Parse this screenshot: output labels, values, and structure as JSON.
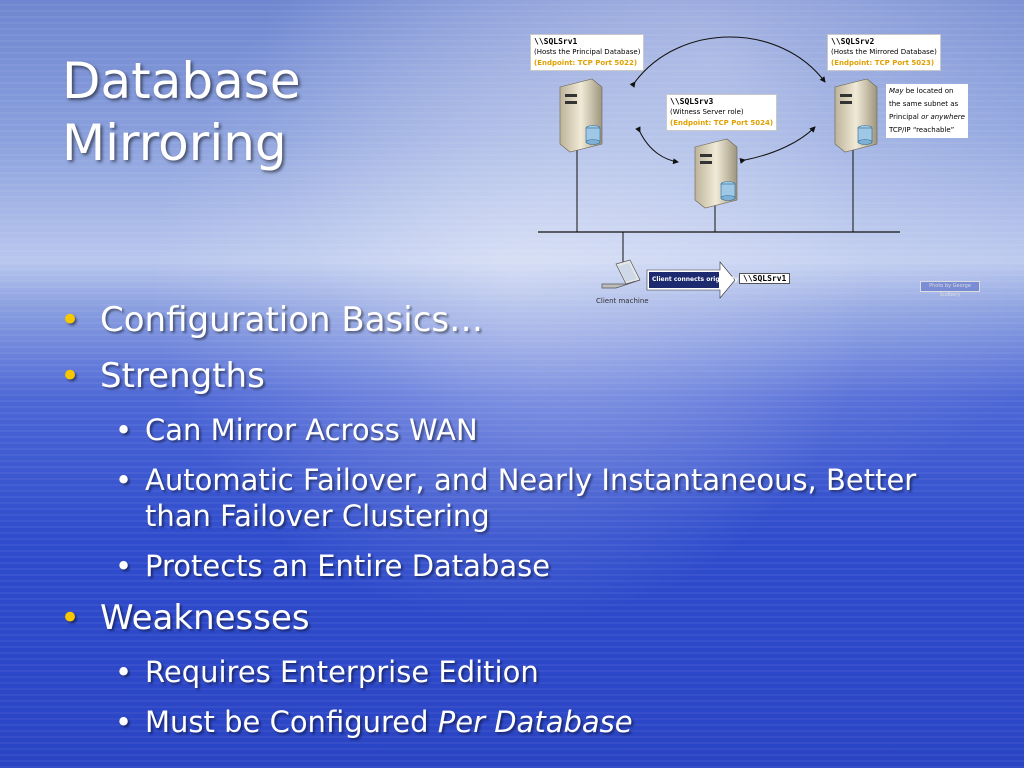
{
  "slide": {
    "title_line1": "Database",
    "title_line2": "Mirroring",
    "bullets": {
      "b1": "Configuration Basics…",
      "b2": "Strengths",
      "b2_1": "Can Mirror Across WAN",
      "b2_2_line1": "Automatic Failover, and Nearly Instantaneous, Better",
      "b2_2_line2": "than Failover Clustering",
      "b2_3": "Protects an Entire Database",
      "b3": "Weaknesses",
      "b3_1": "Requires Enterprise Edition",
      "b3_2_prefix": "Must be Configured ",
      "b3_2_emphasis": "Per Database"
    },
    "bullet_glyph": "•"
  },
  "diagram": {
    "srv1": {
      "name": "\\\\SQLSrv1",
      "role": "(Hosts the Principal Database)",
      "port": "(Endpoint: TCP Port 5022)"
    },
    "srv2": {
      "name": "\\\\SQLSrv2",
      "role": "(Hosts the Mirrored Database)",
      "port": "(Endpoint: TCP Port 5023)"
    },
    "srv3": {
      "name": "\\\\SQLSrv3",
      "role": "(Witness Server role)",
      "port": "(Endpoint: TCP Port 5024)"
    },
    "note": {
      "may": "May",
      "line1_rest": " be located on",
      "line2": "the same subnet as",
      "line3_prefix": "Principal ",
      "line3_or": "or ",
      "line3_anywhere": "anywhere",
      "line4": "TCP/IP “reachable”"
    },
    "client_machine": "Client machine",
    "client_connects": "Client connects originally to:",
    "client_target": "\\\\SQLSrv1",
    "photo_credit": "Photo by George Sudbery"
  },
  "colors": {
    "bullet_level1": "#f7c800",
    "port_text": "#e0a000",
    "title_text": "#ffffff"
  }
}
